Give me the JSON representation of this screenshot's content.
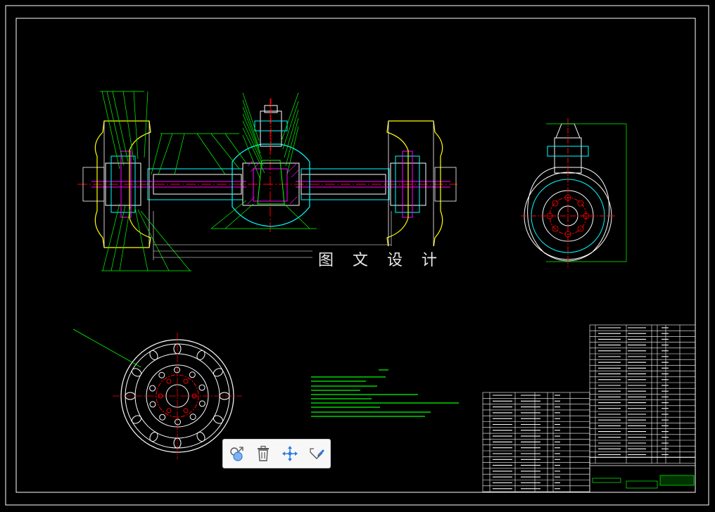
{
  "watermark": "图 文 设 计",
  "toolbar": {
    "buttons": [
      {
        "name": "select-objects",
        "icon": "select-icon",
        "label": ""
      },
      {
        "name": "delete",
        "icon": "trash-icon",
        "label": ""
      },
      {
        "name": "move",
        "icon": "move-icon",
        "label": ""
      },
      {
        "name": "edit",
        "icon": "edit-icon",
        "label": ""
      }
    ]
  },
  "colors": {
    "background": "#000000",
    "frame": "#ffffff",
    "part_lines": "#00ff00",
    "center_lines": "#ff0000",
    "tire_lines": "#ffff00",
    "cyan_lines": "#00ffff",
    "magenta": "#ff00ff",
    "toolbar_bg": "#f7f7f7",
    "accent": "#2a7ae2"
  }
}
